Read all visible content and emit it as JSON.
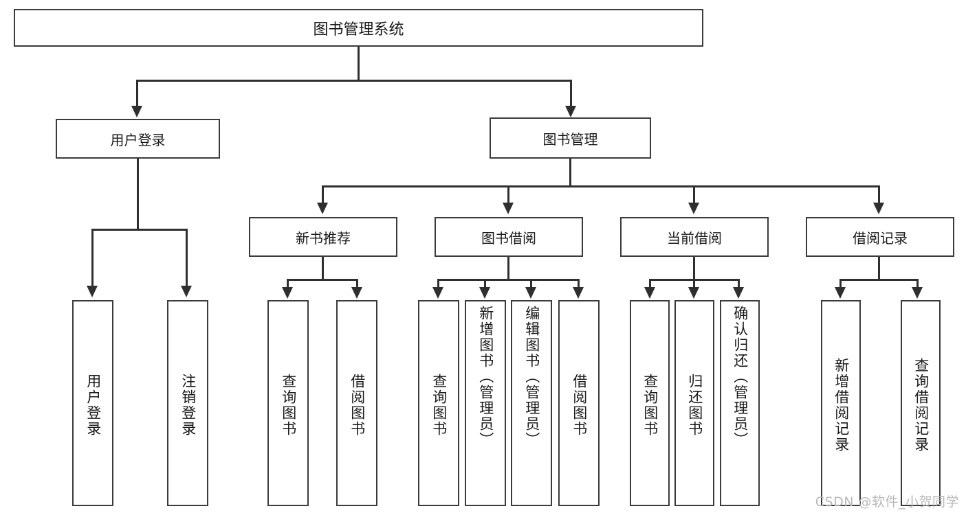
{
  "diagram": {
    "title": "图书管理系统",
    "watermark": "CSDN @软件_小贺同学",
    "colors": {
      "border": "#3b3b3b",
      "line": "#2f2f2f",
      "background": "#ffffff",
      "text": "#1a1a1a",
      "watermark": "#b8b8b8"
    },
    "root": {
      "label": "图书管理系统"
    },
    "level1": [
      {
        "label": "用户登录"
      },
      {
        "label": "图书管理"
      }
    ],
    "level2": [
      {
        "label": "新书推荐"
      },
      {
        "label": "图书借阅"
      },
      {
        "label": "当前借阅"
      },
      {
        "label": "借阅记录"
      }
    ],
    "leaves": {
      "user_login": [
        {
          "label": "用户登录"
        },
        {
          "label": "注销登录"
        }
      ],
      "new_book_recommend": [
        {
          "label": "查询图书"
        },
        {
          "label": "借阅图书"
        }
      ],
      "book_borrow": [
        {
          "label": "查询图书"
        },
        {
          "label": "新增图书（管理员）"
        },
        {
          "label": "编辑图书（管理员）"
        },
        {
          "label": "借阅图书"
        }
      ],
      "current_borrow": [
        {
          "label": "查询图书"
        },
        {
          "label": "归还图书"
        },
        {
          "label": "确认归还（管理员）"
        }
      ],
      "borrow_record": [
        {
          "label": "新增借阅记录"
        },
        {
          "label": "查询借阅记录"
        }
      ]
    }
  }
}
